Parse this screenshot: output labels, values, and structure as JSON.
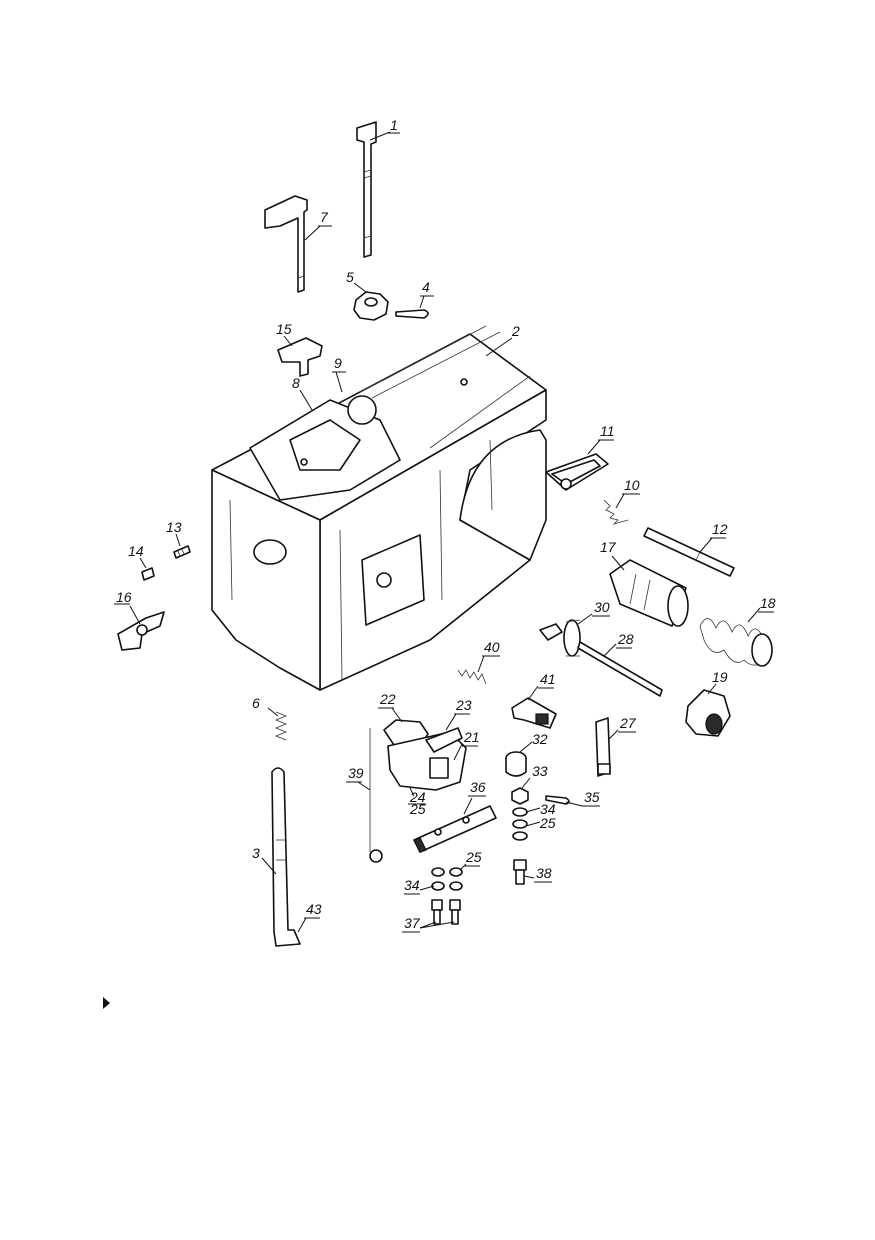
{
  "diagram": {
    "labels": {
      "p1": "1",
      "p2": "2",
      "p3": "3",
      "p4": "4",
      "p5": "5",
      "p6": "6",
      "p7": "7",
      "p8": "8",
      "p9": "9",
      "p10": "10",
      "p11": "11",
      "p12": "12",
      "p13": "13",
      "p14": "14",
      "p15": "15",
      "p16": "16",
      "p17": "17",
      "p18": "18",
      "p19": "19",
      "p21": "21",
      "p22": "22",
      "p23": "23",
      "p24": "24",
      "p25a": "25",
      "p25b": "25",
      "p25c": "25",
      "p27": "27",
      "p28": "28",
      "p30": "30",
      "p32": "32",
      "p33": "33",
      "p34a": "34",
      "p34b": "34",
      "p35": "35",
      "p36": "36",
      "p37": "37",
      "p38": "38",
      "p39": "39",
      "p40": "40",
      "p41": "41",
      "p43": "43"
    }
  },
  "page_marker": {
    "icon": "triangle-right-icon"
  }
}
